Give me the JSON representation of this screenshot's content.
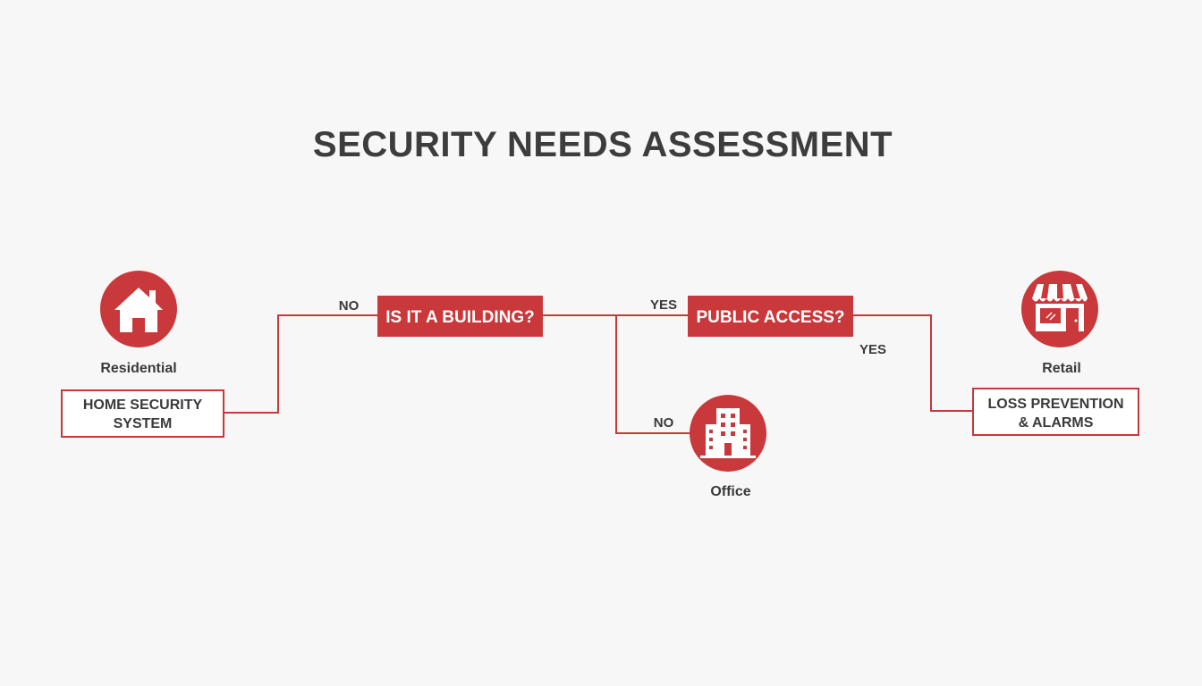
{
  "title": "SECURITY NEEDS ASSESSMENT",
  "colors": {
    "accent": "#c9383a",
    "text": "#3a3a3a",
    "background": "#f7f7f7"
  },
  "decisions": {
    "building": "IS IT A BUILDING?",
    "public_access": "PUBLIC ACCESS?"
  },
  "edge_labels": {
    "building_no": "NO",
    "building_yes": "YES",
    "public_no": "NO",
    "public_yes": "YES"
  },
  "categories": {
    "residential": {
      "icon": "house-icon",
      "label": "Residential",
      "outcome_lines": [
        "HOME SECURITY",
        "SYSTEM"
      ]
    },
    "office": {
      "icon": "office-building-icon",
      "label": "Office"
    },
    "retail": {
      "icon": "storefront-icon",
      "label": "Retail",
      "outcome_lines": [
        "LOSS PREVENTION",
        "& ALARMS"
      ]
    }
  }
}
